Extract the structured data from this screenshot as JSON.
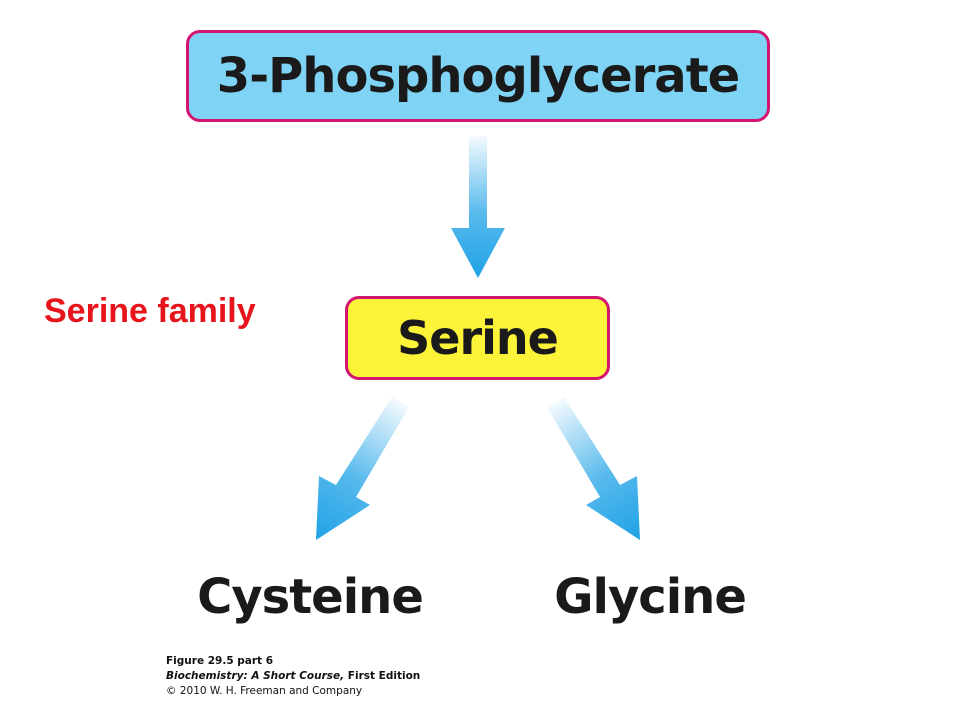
{
  "nodes": {
    "top": "3-Phosphoglycerate",
    "middle": "Serine",
    "bottom_left": "Cysteine",
    "bottom_right": "Glycine"
  },
  "family_label": "Serine family",
  "caption": {
    "figure": "Figure 29.5 part 6",
    "book_title": "Biochemistry: A Short Course,",
    "edition": " First Edition",
    "copyright": "© 2010 W. H. Freeman and Company"
  },
  "colors": {
    "top_box_fill": "#7fd3f5",
    "middle_box_fill": "#fdf43a",
    "box_border": "#d4156f",
    "arrow": "#1fa2e6",
    "family_label": "#e8141b"
  }
}
